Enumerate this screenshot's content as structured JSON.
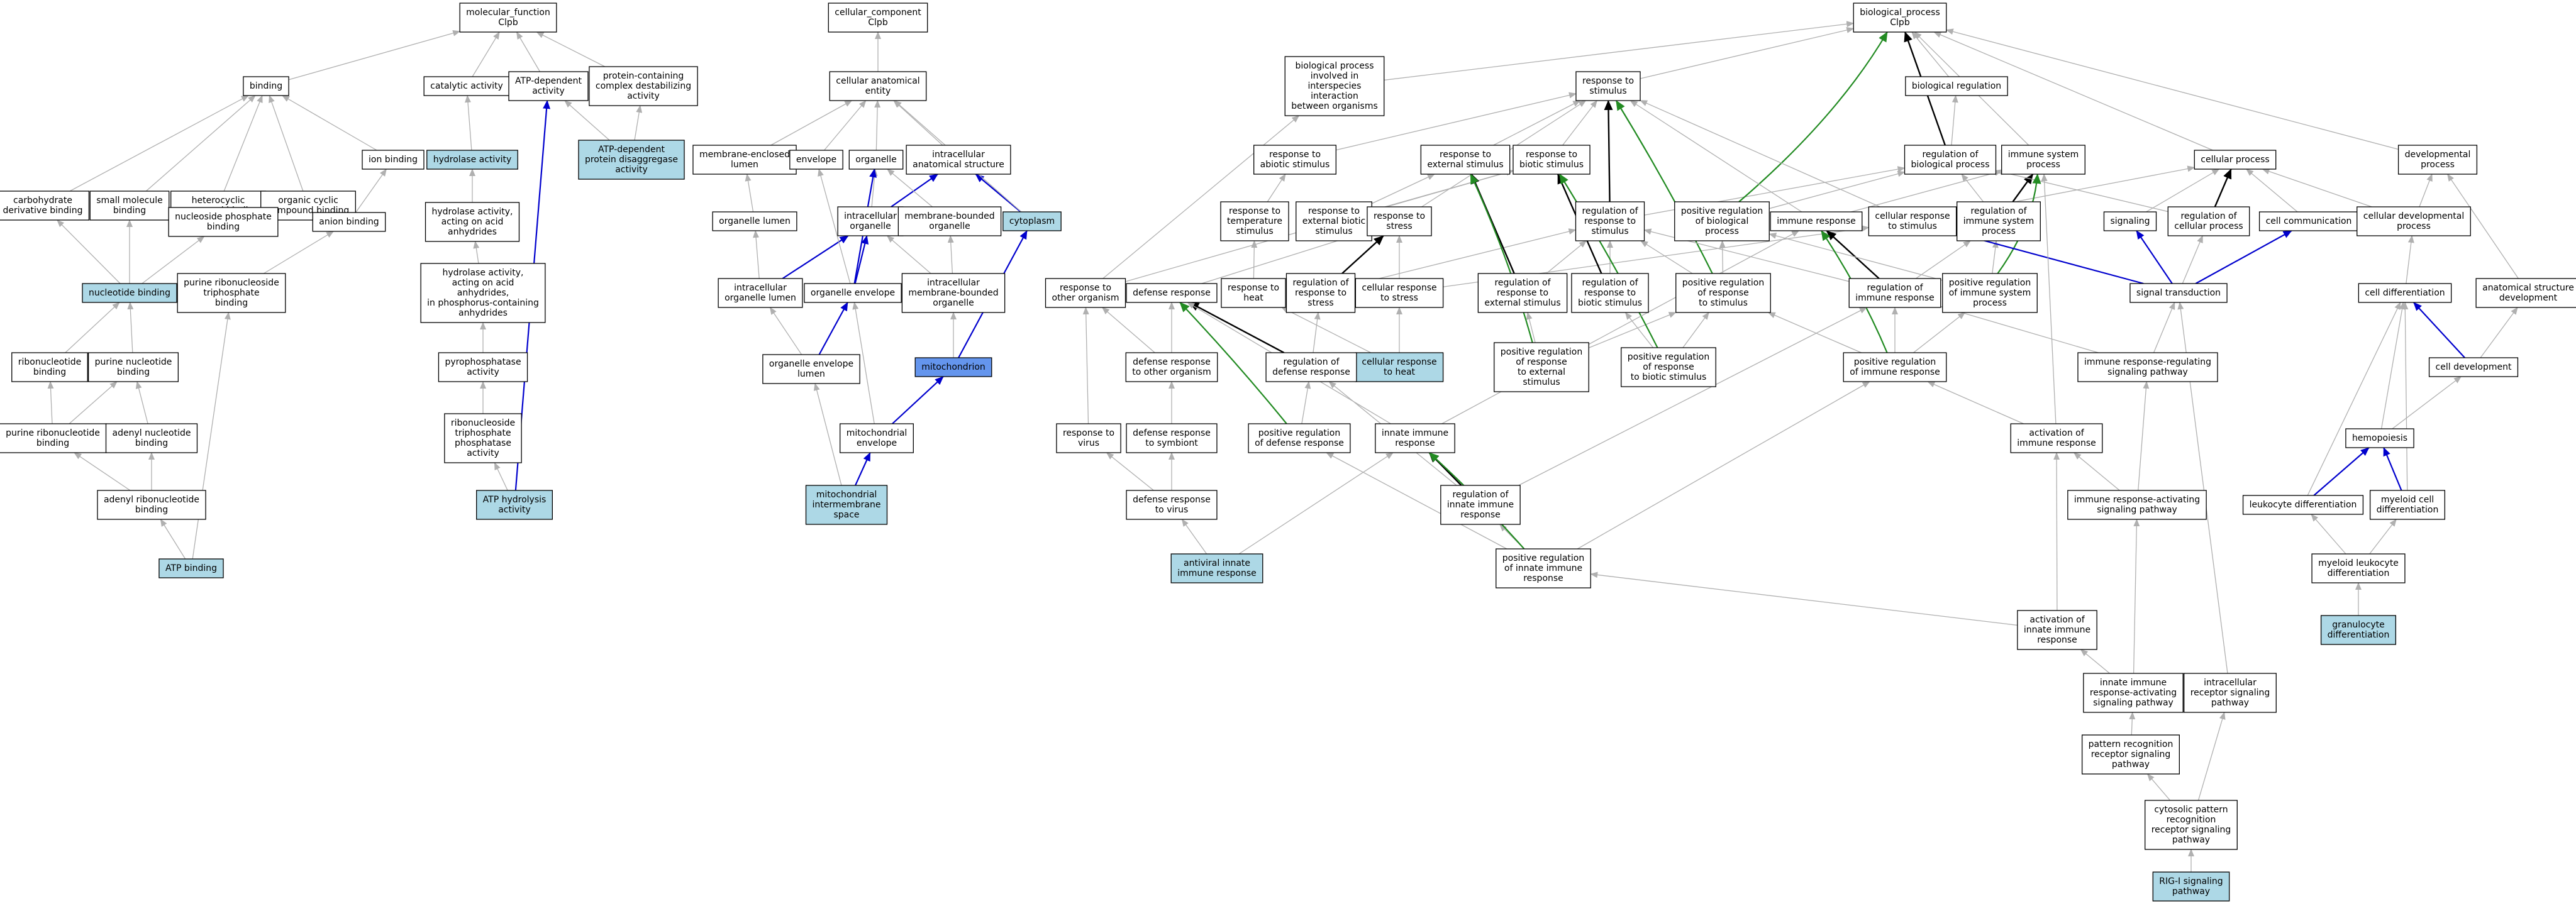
{
  "colors": {
    "default_fill": "#ffffff",
    "highlight_fill": "#add8e6",
    "focus_fill": "#6495ed",
    "edge_is_a": "#b0b0b0",
    "edge_part_of": "#0000cd",
    "edge_regulates": "#000000",
    "edge_positively_regulates": "#228b22"
  },
  "graph": {
    "nodes": [
      {
        "id": "mf",
        "label": "molecular_function\nClpb",
        "fill": "white"
      },
      {
        "id": "binding",
        "label": "binding",
        "fill": "white"
      },
      {
        "id": "catalytic",
        "label": "catalytic activity",
        "fill": "white"
      },
      {
        "id": "atpdep",
        "label": "ATP-dependent\nactivity",
        "fill": "white"
      },
      {
        "id": "pcda",
        "label": "protein-containing\ncomplex destabilizing\nactivity",
        "fill": "white"
      },
      {
        "id": "carbo",
        "label": "carbohydrate\nderivative binding",
        "fill": "white"
      },
      {
        "id": "smallmol",
        "label": "small molecule\nbinding",
        "fill": "white"
      },
      {
        "id": "hetero",
        "label": "heterocyclic\ncompound binding",
        "fill": "white"
      },
      {
        "id": "organcyc",
        "label": "organic cyclic\ncompound binding",
        "fill": "white"
      },
      {
        "id": "ion",
        "label": "ion binding",
        "fill": "white"
      },
      {
        "id": "hydrolase",
        "label": "hydrolase activity",
        "fill": "blue"
      },
      {
        "id": "atpdisagg",
        "label": "ATP-dependent\nprotein disaggregase\nactivity",
        "fill": "blue"
      },
      {
        "id": "nucphos",
        "label": "nucleoside phosphate\nbinding",
        "fill": "white"
      },
      {
        "id": "anion",
        "label": "anion binding",
        "fill": "white"
      },
      {
        "id": "hydanh",
        "label": "hydrolase activity,\nacting on acid\nanhydrides",
        "fill": "white"
      },
      {
        "id": "nucleotide",
        "label": "nucleotide binding",
        "fill": "blue"
      },
      {
        "id": "purribotri",
        "label": "purine ribonucleoside\ntriphosphate\nbinding",
        "fill": "white"
      },
      {
        "id": "hydanhp",
        "label": "hydrolase activity,\nacting on acid\nanhydrides,\nin phosphorus-containing\nanhydrides",
        "fill": "white"
      },
      {
        "id": "ribonuc",
        "label": "ribonucleotide\nbinding",
        "fill": "white"
      },
      {
        "id": "purnuc",
        "label": "purine nucleotide\nbinding",
        "fill": "white"
      },
      {
        "id": "pyrophos",
        "label": "pyrophosphatase\nactivity",
        "fill": "white"
      },
      {
        "id": "purribo",
        "label": "purine ribonucleotide\nbinding",
        "fill": "white"
      },
      {
        "id": "adenyl",
        "label": "adenyl nucleotide\nbinding",
        "fill": "white"
      },
      {
        "id": "ntpase",
        "label": "ribonucleoside\ntriphosphate\nphosphatase\nactivity",
        "fill": "white"
      },
      {
        "id": "adenylribo",
        "label": "adenyl ribonucleotide\nbinding",
        "fill": "white"
      },
      {
        "id": "atphyd",
        "label": "ATP hydrolysis\nactivity",
        "fill": "blue"
      },
      {
        "id": "atpbind",
        "label": "ATP binding",
        "fill": "blue"
      },
      {
        "id": "cc",
        "label": "cellular_component\nClpb",
        "fill": "white"
      },
      {
        "id": "cae",
        "label": "cellular anatomical\nentity",
        "fill": "white"
      },
      {
        "id": "membenc",
        "label": "membrane-enclosed\nlumen",
        "fill": "white"
      },
      {
        "id": "envelope",
        "label": "envelope",
        "fill": "white"
      },
      {
        "id": "organelle",
        "label": "organelle",
        "fill": "white"
      },
      {
        "id": "ias",
        "label": "intracellular\nanatomical structure",
        "fill": "white"
      },
      {
        "id": "orglumen",
        "label": "organelle lumen",
        "fill": "white"
      },
      {
        "id": "intraorg",
        "label": "intracellular\norganelle",
        "fill": "white"
      },
      {
        "id": "membbound",
        "label": "membrane-bounded\norganelle",
        "fill": "white"
      },
      {
        "id": "cytoplasm",
        "label": "cytoplasm",
        "fill": "blue"
      },
      {
        "id": "intraorglumen",
        "label": "intracellular\norganelle lumen",
        "fill": "white"
      },
      {
        "id": "orgenv",
        "label": "organelle envelope",
        "fill": "white"
      },
      {
        "id": "intramemb",
        "label": "intracellular\nmembrane-bounded\norganelle",
        "fill": "white"
      },
      {
        "id": "mito",
        "label": "mitochondrion",
        "fill": "focus"
      },
      {
        "id": "orgenvlumen",
        "label": "organelle envelope\nlumen",
        "fill": "white"
      },
      {
        "id": "mitoenv",
        "label": "mitochondrial\nenvelope",
        "fill": "white"
      },
      {
        "id": "mitoims",
        "label": "mitochondrial\nintermembrane\nspace",
        "fill": "blue"
      },
      {
        "id": "bp",
        "label": "biological_process\nClpb",
        "fill": "white"
      },
      {
        "id": "bpinter",
        "label": "biological process\ninvolved in\ninterspecies\ninteraction\nbetween organisms",
        "fill": "white"
      },
      {
        "id": "respstim",
        "label": "response to\nstimulus",
        "fill": "white"
      },
      {
        "id": "bioreg",
        "label": "biological regulation",
        "fill": "white"
      },
      {
        "id": "respabio",
        "label": "response to\nabiotic stimulus",
        "fill": "white"
      },
      {
        "id": "respext",
        "label": "response to\nexternal stimulus",
        "fill": "white"
      },
      {
        "id": "respbiot",
        "label": "response to\nbiotic stimulus",
        "fill": "white"
      },
      {
        "id": "regbp",
        "label": "regulation of\nbiological process",
        "fill": "white"
      },
      {
        "id": "immsys",
        "label": "immune system\nprocess",
        "fill": "white"
      },
      {
        "id": "cellproc",
        "label": "cellular process",
        "fill": "white"
      },
      {
        "id": "devproc",
        "label": "developmental\nprocess",
        "fill": "white"
      },
      {
        "id": "resptemp",
        "label": "response to\ntemperature\nstimulus",
        "fill": "white"
      },
      {
        "id": "respextbio",
        "label": "response to\nexternal biotic\nstimulus",
        "fill": "white"
      },
      {
        "id": "respstress",
        "label": "response to\nstress",
        "fill": "white"
      },
      {
        "id": "regrespstim",
        "label": "regulation of\nresponse to\nstimulus",
        "fill": "white"
      },
      {
        "id": "posregbp",
        "label": "positive regulation\nof biological\nprocess",
        "fill": "white"
      },
      {
        "id": "immresp",
        "label": "immune response",
        "fill": "white"
      },
      {
        "id": "cellrespstim",
        "label": "cellular response\nto stimulus",
        "fill": "white"
      },
      {
        "id": "regimmsys",
        "label": "regulation of\nimmune system\nprocess",
        "fill": "white"
      },
      {
        "id": "signaling",
        "label": "signaling",
        "fill": "white"
      },
      {
        "id": "regcellproc",
        "label": "regulation of\ncellular process",
        "fill": "white"
      },
      {
        "id": "cellcomm",
        "label": "cell communication",
        "fill": "white"
      },
      {
        "id": "celldevproc",
        "label": "cellular developmental\nprocess",
        "fill": "white"
      },
      {
        "id": "respother",
        "label": "response to\nother organism",
        "fill": "white"
      },
      {
        "id": "defresp",
        "label": "defense response",
        "fill": "white"
      },
      {
        "id": "respheat",
        "label": "response to\nheat",
        "fill": "white"
      },
      {
        "id": "regrespstress",
        "label": "regulation of\nresponse to\nstress",
        "fill": "white"
      },
      {
        "id": "cellrespstress",
        "label": "cellular response\nto stress",
        "fill": "white"
      },
      {
        "id": "regrespext",
        "label": "regulation of\nresponse to\nexternal stimulus",
        "fill": "white"
      },
      {
        "id": "regrespbio",
        "label": "regulation of\nresponse to\nbiotic stimulus",
        "fill": "white"
      },
      {
        "id": "posregrespstim",
        "label": "positive regulation\nof response\nto stimulus",
        "fill": "white"
      },
      {
        "id": "regimmresp",
        "label": "regulation of\nimmune response",
        "fill": "white"
      },
      {
        "id": "posregimmsys",
        "label": "positive regulation\nof immune system\nprocess",
        "fill": "white"
      },
      {
        "id": "sigtrans",
        "label": "signal transduction",
        "fill": "white"
      },
      {
        "id": "anatdev",
        "label": "anatomical structure\ndevelopment",
        "fill": "white"
      },
      {
        "id": "celldiff",
        "label": "cell differentiation",
        "fill": "white"
      },
      {
        "id": "cellrespheat",
        "label": "cellular response\nto heat",
        "fill": "blue"
      },
      {
        "id": "defother",
        "label": "defense response\nto other organism",
        "fill": "white"
      },
      {
        "id": "regdef",
        "label": "regulation of\ndefense response",
        "fill": "white"
      },
      {
        "id": "posregrespext",
        "label": "positive regulation\nof response\nto external\nstimulus",
        "fill": "white"
      },
      {
        "id": "posregrespbio",
        "label": "positive regulation\nof response\nto biotic stimulus",
        "fill": "white"
      },
      {
        "id": "posregimmresp",
        "label": "positive regulation\nof immune response",
        "fill": "white"
      },
      {
        "id": "irrsp",
        "label": "immune response-regulating\nsignaling pathway",
        "fill": "white"
      },
      {
        "id": "celldev",
        "label": "cell development",
        "fill": "white"
      },
      {
        "id": "respvirus",
        "label": "response to\nvirus",
        "fill": "white"
      },
      {
        "id": "defsymb",
        "label": "defense response\nto symbiont",
        "fill": "white"
      },
      {
        "id": "posregdef",
        "label": "positive regulation\nof defense response",
        "fill": "white"
      },
      {
        "id": "innate",
        "label": "innate immune\nresponse",
        "fill": "white"
      },
      {
        "id": "actimm",
        "label": "activation of\nimmune response",
        "fill": "white"
      },
      {
        "id": "hemato",
        "label": "hemopoiesis",
        "fill": "white"
      },
      {
        "id": "defvirus",
        "label": "defense response\nto virus",
        "fill": "white"
      },
      {
        "id": "reginnate",
        "label": "regulation of\ninnate immune\nresponse",
        "fill": "white"
      },
      {
        "id": "irasp",
        "label": "immune response-activating\nsignaling pathway",
        "fill": "white"
      },
      {
        "id": "leukdiff",
        "label": "leukocyte differentiation",
        "fill": "white"
      },
      {
        "id": "myeloiddiff",
        "label": "myeloid cell\ndifferentiation",
        "fill": "white"
      },
      {
        "id": "antiviral",
        "label": "antiviral innate\nimmune response",
        "fill": "blue"
      },
      {
        "id": "posreginnate",
        "label": "positive regulation\nof innate immune\nresponse",
        "fill": "white"
      },
      {
        "id": "myleukdiff",
        "label": "myeloid leukocyte\ndifferentiation",
        "fill": "white"
      },
      {
        "id": "actinnate",
        "label": "activation of\ninnate immune\nresponse",
        "fill": "white"
      },
      {
        "id": "granul",
        "label": "granulocyte\ndifferentiation",
        "fill": "blue"
      },
      {
        "id": "iirasp",
        "label": "innate immune\nresponse-activating\nsignaling pathway",
        "fill": "white"
      },
      {
        "id": "intracellrec",
        "label": "intracellular\nreceptor signaling\npathway",
        "fill": "white"
      },
      {
        "id": "prrsp",
        "label": "pattern recognition\nreceptor signaling\npathway",
        "fill": "white"
      },
      {
        "id": "cytoprr",
        "label": "cytosolic pattern\nrecognition\nreceptor signaling\npathway",
        "fill": "white"
      },
      {
        "id": "rigi",
        "label": "RIG-I signaling\npathway",
        "fill": "blue"
      }
    ]
  }
}
